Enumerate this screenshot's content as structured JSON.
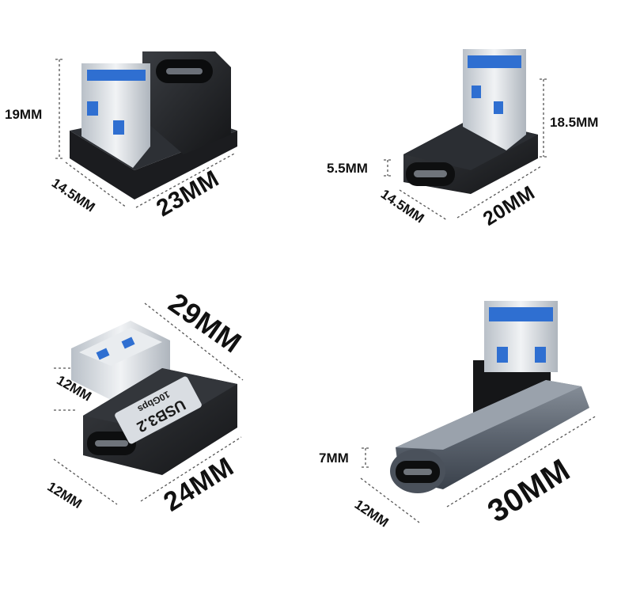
{
  "colors": {
    "black_body": "#1d1f22",
    "black_body_light": "#3a3d42",
    "silver": "#d9dde2",
    "silver_dark": "#9aa1a9",
    "usb_blue": "#2f6fd1",
    "gray_body": "#6f7884",
    "gray_body_dark": "#3e4550",
    "dimension_line": "#555555",
    "label": "#111111"
  },
  "adapters": [
    {
      "id": "u-shape",
      "icon": "usb-c-to-usb-a-u-shape-adapter-icon",
      "dimensions": {
        "height": "19MM",
        "depth": "14.5MM",
        "width": "23MM"
      }
    },
    {
      "id": "right-angle-up",
      "icon": "usb-a-to-usb-c-right-angle-adapter-icon",
      "dimensions": {
        "height": "18.5MM",
        "thickness": "5.5MM",
        "depth": "14.5MM",
        "width": "20MM"
      }
    },
    {
      "id": "side-angle-black",
      "icon": "usb-a-to-usb-c-side-angle-adapter-icon",
      "chip": {
        "line1": "USB3.2",
        "line2": "10Gbps"
      },
      "dimensions": {
        "length": "29MM",
        "height": "12MM",
        "depth": "12MM",
        "width": "24MM"
      }
    },
    {
      "id": "side-angle-gray",
      "icon": "usb-a-to-usb-c-aluminum-angle-adapter-icon",
      "dimensions": {
        "thickness": "7MM",
        "depth": "12MM",
        "width": "30MM"
      }
    }
  ]
}
